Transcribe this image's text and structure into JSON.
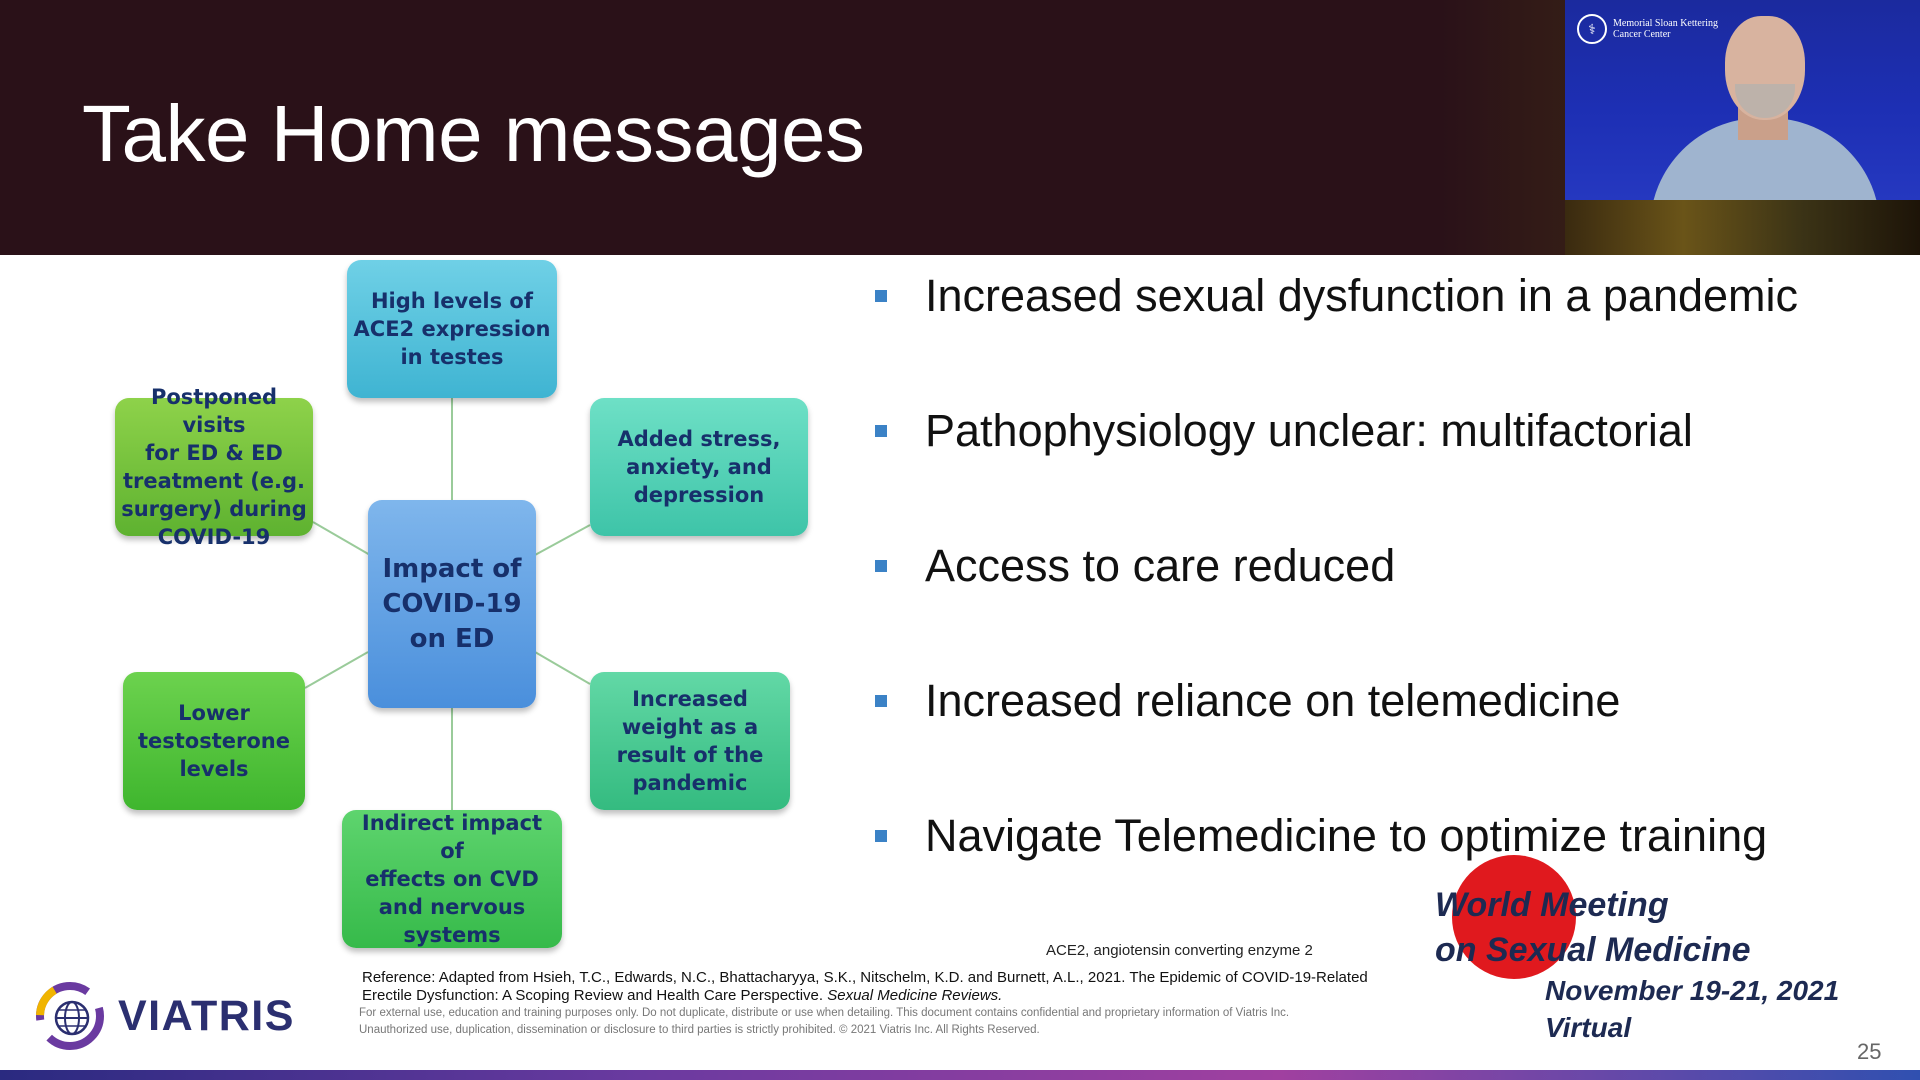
{
  "slide": {
    "title": "Take Home messages",
    "number": "25"
  },
  "colors": {
    "header_bg": "#2a1118",
    "bullet": "#3b82c6",
    "node_text": "#17306b",
    "meeting_sun": "#e0191e"
  },
  "video": {
    "institution_logo_text": "Memorial Sloan Kettering Cancer Center",
    "icon": "person-video-feed"
  },
  "diagram": {
    "center": "Impact of\nCOVID-19\non ED",
    "nodes": {
      "top": "High levels of\nACE2 expression\nin testes",
      "upper_right": "Added stress,\nanxiety, and\ndepression",
      "lower_right": "Increased\nweight as a\nresult of the\npandemic",
      "bottom": "Indirect impact of\neffects on CVD\nand nervous\nsystems",
      "lower_left": "Lower\ntestosterone\nlevels",
      "upper_left": "Postponed visits\nfor ED & ED\ntreatment (e.g.\nsurgery) during\nCOVID-19"
    }
  },
  "bullets": [
    "Increased sexual dysfunction in a pandemic",
    "Pathophysiology unclear: multifactorial",
    "Access to care reduced",
    "Increased reliance on telemedicine",
    "Navigate Telemedicine to optimize training"
  ],
  "footer": {
    "abbreviation": "ACE2, angiotensin converting enzyme 2",
    "reference_main": "Reference: Adapted from Hsieh, T.C., Edwards, N.C., Bhattacharyya, S.K., Nitschelm, K.D. and Burnett, A.L., 2021. The Epidemic of COVID-19-Related Erectile Dysfunction: A Scoping Review and Health Care Perspective. ",
    "reference_journal": "Sexual Medicine Reviews.",
    "disclaimer": "For external use, education and training purposes only. Do not duplicate, distribute or use when detailing. This document contains confidential and proprietary information of Viatris Inc. Unauthorized use, duplication, dissemination or disclosure to third parties is strictly prohibited. © 2021 Viatris Inc. All Rights Reserved.",
    "company_logo": "VIATRIS"
  },
  "meeting": {
    "line1": "World Meeting",
    "line2": "on Sexual Medicine",
    "dates": "November 19-21, 2021",
    "mode": "Virtual"
  }
}
